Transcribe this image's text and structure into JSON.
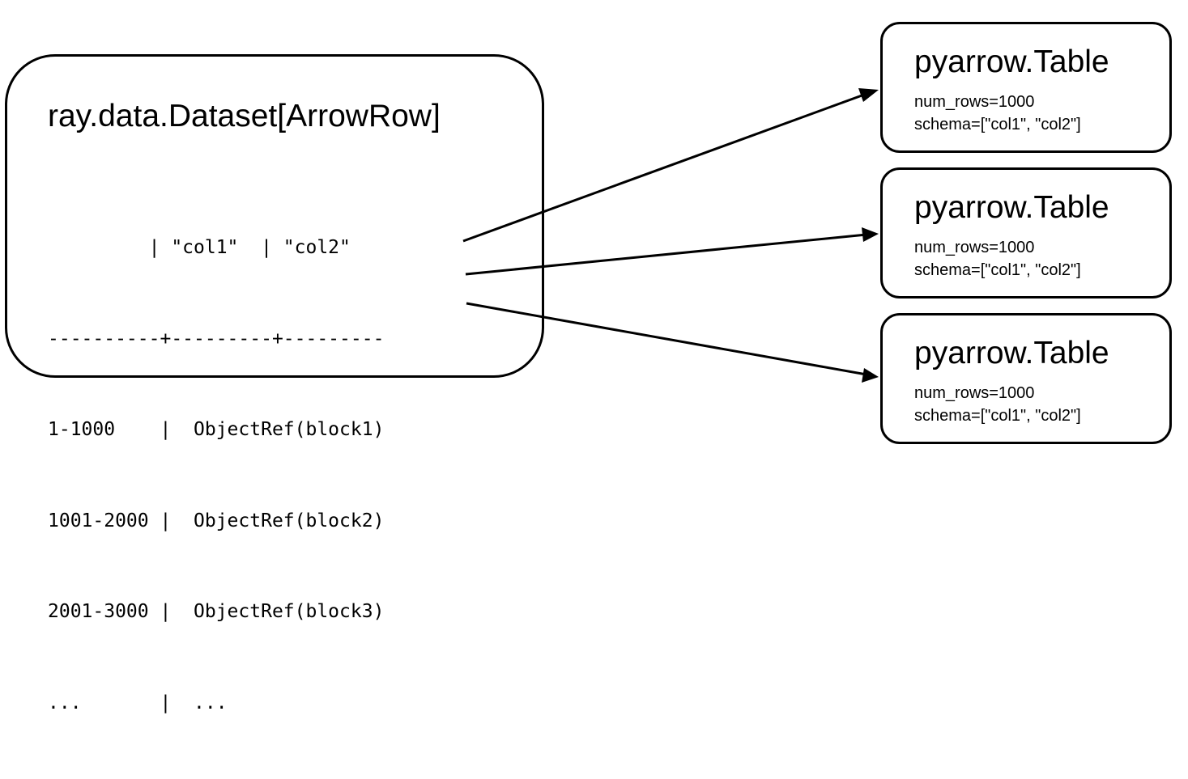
{
  "dataset": {
    "title": "ray.data.Dataset[ArrowRow]",
    "rows": [
      "         | \"col1\"  | \"col2\"",
      "----------+---------+---------",
      "1-1000    |  ObjectRef(block1)",
      "1001-2000 |  ObjectRef(block2)",
      "2001-3000 |  ObjectRef(block3)",
      "...       |  ..."
    ]
  },
  "blocks": [
    {
      "title": "pyarrow.Table",
      "num_rows": "num_rows=1000",
      "schema": "schema=[\"col1\", \"col2\"]"
    },
    {
      "title": "pyarrow.Table",
      "num_rows": "num_rows=1000",
      "schema": "schema=[\"col1\", \"col2\"]"
    },
    {
      "title": "pyarrow.Table",
      "num_rows": "num_rows=1000",
      "schema": "schema=[\"col1\", \"col2\"]"
    }
  ]
}
